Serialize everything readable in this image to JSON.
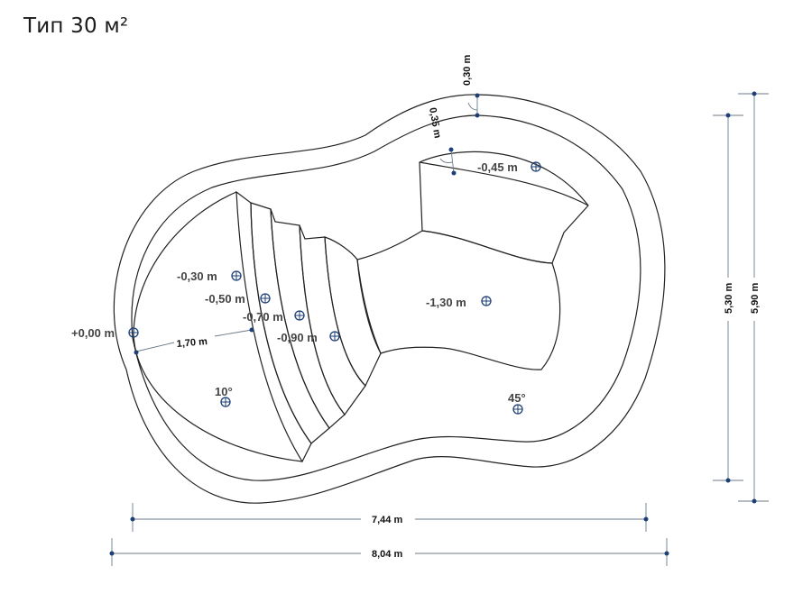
{
  "title": "Тип 30 м²",
  "dimensions": {
    "rim_width": "0,30 m",
    "inner_rim": "0,35 m",
    "shelf_radius": "1,70 m",
    "inner_length": "7,44 m",
    "outer_length": "8,04 m",
    "inner_width": "5,30 m",
    "outer_width": "5,90 m"
  },
  "depths": {
    "zero": "+0,00 m",
    "step1": "-0,30 m",
    "step2": "-0,50 m",
    "step3": "-0,70 m",
    "step4": "-0,90 m",
    "shelf": "-0,45 m",
    "deep": "-1,30 m"
  },
  "angles": {
    "left": "10°",
    "right": "45°"
  },
  "colors": {
    "outline": "#222222",
    "marker": "#1d3f77",
    "dimension_line": "#6c7a8a"
  }
}
